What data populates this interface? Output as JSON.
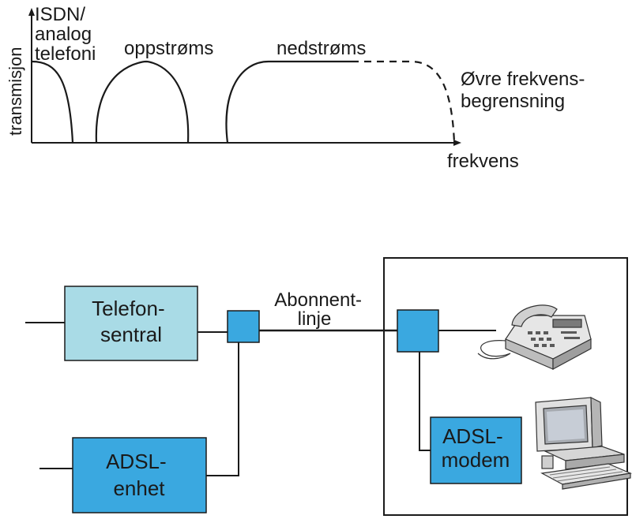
{
  "spectrum": {
    "y_axis_label": "transmisjon",
    "x_axis_label": "frekvens",
    "band_voice": [
      "ISDN/",
      "analog",
      "telefoni"
    ],
    "band_upstream": "oppstrøms",
    "band_downstream": "nedstrøms",
    "upper_limit": [
      "Øvre frekvens-",
      "begrensning"
    ]
  },
  "network": {
    "exchange": [
      "Telefon-",
      "sentral"
    ],
    "adsl_unit": [
      "ADSL-",
      "enhet"
    ],
    "subscriber_line": [
      "Abonnent-",
      "linje"
    ],
    "adsl_modem": [
      "ADSL-",
      "modem"
    ],
    "colors": {
      "exchange_fill": "#a9dbe6",
      "device_fill": "#3aa8e0",
      "line": "#1a1a1a"
    }
  }
}
